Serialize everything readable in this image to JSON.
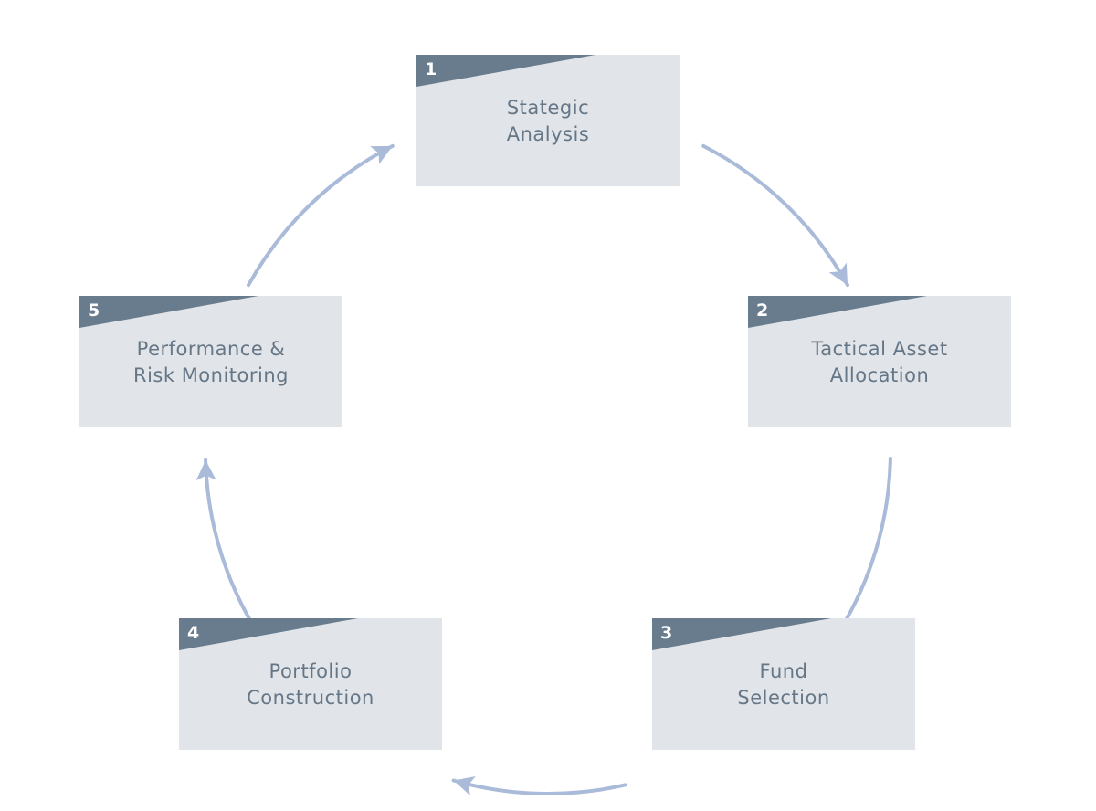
{
  "colors": {
    "box_fill": "#e1e4e8",
    "tab_fill": "#687c8e",
    "label_text": "#657687",
    "number_text": "#ffffff",
    "arrow": "#a9bbd8"
  },
  "steps": [
    {
      "number": "1",
      "line1": "Stategic",
      "line2": "Analysis"
    },
    {
      "number": "2",
      "line1": "Tactical Asset",
      "line2": "Allocation"
    },
    {
      "number": "3",
      "line1": "Fund",
      "line2": "Selection"
    },
    {
      "number": "4",
      "line1": "Portfolio",
      "line2": "Construction"
    },
    {
      "number": "5",
      "line1": "Performance &",
      "line2": "Risk Monitoring"
    }
  ],
  "cycle": [
    {
      "from": "1",
      "to": "2"
    },
    {
      "from": "2",
      "to": "3"
    },
    {
      "from": "3",
      "to": "4"
    },
    {
      "from": "4",
      "to": "5"
    },
    {
      "from": "5",
      "to": "1"
    }
  ]
}
